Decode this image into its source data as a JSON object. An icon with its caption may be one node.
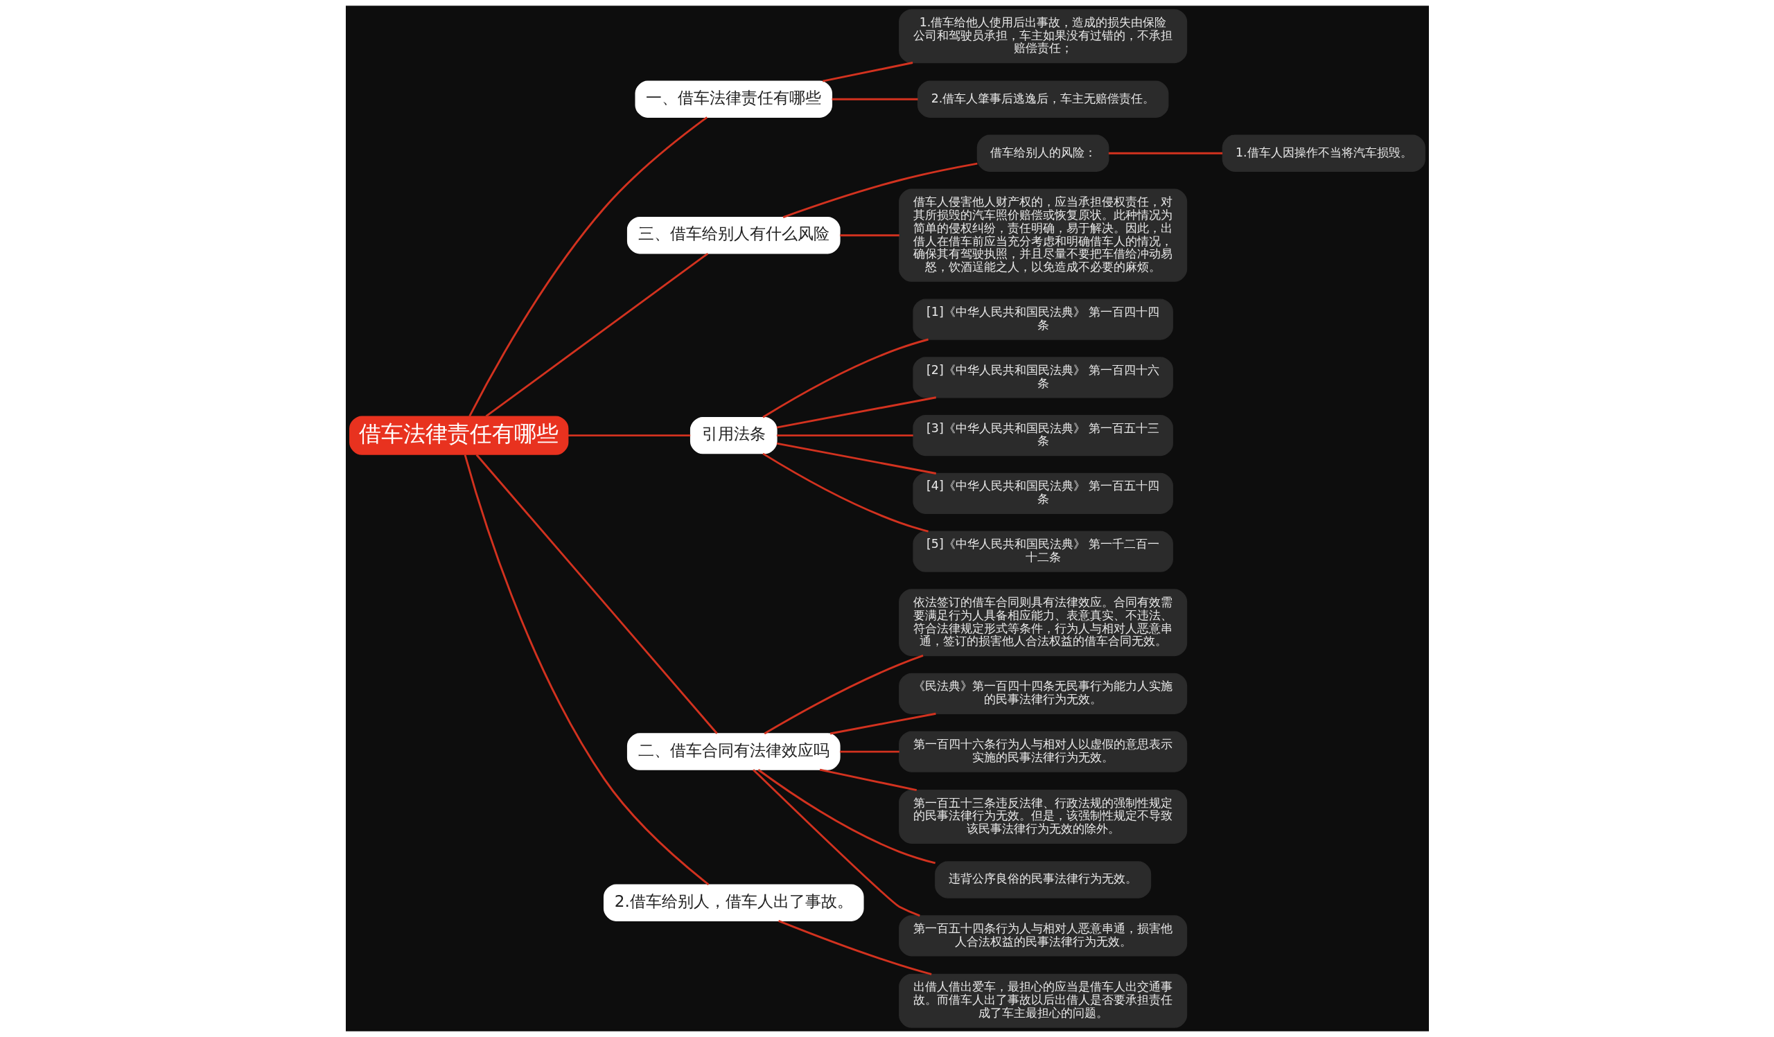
{
  "diagram": {
    "nodes": [
      {
        "text": [
          "借车法律责任有哪些"
        ]
      },
      {
        "text": [
          "一、借车法律责任有哪些"
        ]
      },
      {
        "text": [
          "1.借车给他人使用后出事故，造成的损失由保险公司和驾驶员承担，车主如果没有过错的，不承担赔偿责任；"
        ]
      },
      {
        "text": [
          "2.借车人肇事后逃逸后，车主无赔偿责任。"
        ]
      },
      {
        "text": [
          "三、借车给别人有什么风险"
        ]
      },
      {
        "text": [
          "借车给别人的风险："
        ]
      },
      {
        "text": [
          "1.借车人因操作不当将汽车损毁。"
        ]
      },
      {
        "text": [
          "借车人侵害他人财产权的，应当承担侵权责任，对其所损毁的汽车照价赔偿或恢复原状。此种情况为简单的侵权纠纷，责任明确，易于解决。因此，出借人在借车前应当充分考虑和明确借车人的情况，确保其有驾驶执照，并且尽量不要把车借给冲动易怒，饮酒逞能之人，以免造成不必要的麻烦。"
        ]
      },
      {
        "text": [
          "引用法条"
        ]
      },
      {
        "text": [
          "[1]《中华人民共和国民法典》 第一百四十四条"
        ]
      },
      {
        "text": [
          "[2]《中华人民共和国民法典》 第一百四十六条"
        ]
      },
      {
        "text": [
          "[3]《中华人民共和国民法典》 第一百五十三条"
        ]
      },
      {
        "text": [
          "[4]《中华人民共和国民法典》 第一百五十四条"
        ]
      },
      {
        "text": [
          "[5]《中华人民共和国民法典》 第一千二百一十二条"
        ]
      },
      {
        "text": [
          "二、借车合同有法律效应吗"
        ]
      },
      {
        "text": [
          "依法签订的借车合同则具有法律效应。合同有效需要满足行为人具备相应能力、表意真实、不违法、符合法律规定形式等条件，行为人与相对人恶意串通，签订的损害他人合法权益的借车合同无效。"
        ]
      },
      {
        "text": [
          "《民法典》第一百四十四条无民事行为能力人实施的民事法律行为无效。"
        ]
      },
      {
        "text": [
          "第一百四十六条行为人与相对人以虚假的意思表示实施的民事法律行为无效。"
        ]
      },
      {
        "text": [
          "第一百五十三条违反法律、行政法规的强制性规定的民事法律行为无效。但是，该强制性规定不导致该民事法律行为无效的除外。"
        ]
      },
      {
        "text": [
          "违背公序良俗的民事法律行为无效。"
        ]
      },
      {
        "text": [
          "第一百五十四条行为人与相对人恶意串通，损害他人合法权益的民事法律行为无效。"
        ]
      },
      {
        "text": [
          "2.借车给别人，借车人出了事故。"
        ]
      },
      {
        "text": [
          "出借人借出爱车，最担心的应当是借车人出交通事故。而借车人出了事故以后出借人是否要承担责任成了车主最担心的问题。"
        ]
      }
    ],
    "edges": [
      {
        "from": 0,
        "to": 1,
        "arrow": "none"
      },
      {
        "from": 1,
        "to": 2,
        "arrow": "none"
      },
      {
        "from": 1,
        "to": 3,
        "arrow": "none"
      },
      {
        "from": 0,
        "to": 4,
        "arrow": "none"
      },
      {
        "from": 4,
        "to": 5,
        "arrow": "none"
      },
      {
        "from": 5,
        "to": 6,
        "arrow": "none"
      },
      {
        "from": 4,
        "to": 7,
        "arrow": "none"
      },
      {
        "from": 0,
        "to": 8,
        "arrow": "none"
      },
      {
        "from": 8,
        "to": 9,
        "arrow": "none"
      },
      {
        "from": 8,
        "to": 10,
        "arrow": "none"
      },
      {
        "from": 8,
        "to": 11,
        "arrow": "none"
      },
      {
        "from": 8,
        "to": 12,
        "arrow": "none"
      },
      {
        "from": 8,
        "to": 13,
        "arrow": "none"
      },
      {
        "from": 0,
        "to": 14,
        "arrow": "none"
      },
      {
        "from": 14,
        "to": 15,
        "arrow": "none"
      },
      {
        "from": 14,
        "to": 16,
        "arrow": "none"
      },
      {
        "from": 14,
        "to": 17,
        "arrow": "none"
      },
      {
        "from": 14,
        "to": 18,
        "arrow": "none"
      },
      {
        "from": 14,
        "to": 19,
        "arrow": "none"
      },
      {
        "from": 14,
        "to": 20,
        "arrow": "none"
      },
      {
        "from": 0,
        "to": 21,
        "arrow": "none"
      },
      {
        "from": 21,
        "to": 22,
        "arrow": "none"
      }
    ]
  }
}
